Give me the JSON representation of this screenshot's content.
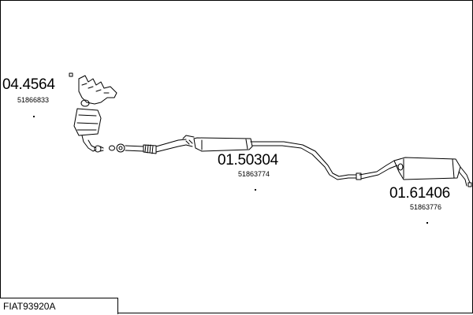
{
  "diagram_id": "FIAT93920A",
  "parts": [
    {
      "part_number": "04.4564",
      "oem_number": "51866833"
    },
    {
      "part_number": "01.50304",
      "oem_number": "51863774"
    },
    {
      "part_number": "01.61406",
      "oem_number": "51863776"
    }
  ],
  "colors": {
    "line": "#000000",
    "background": "#ffffff"
  }
}
